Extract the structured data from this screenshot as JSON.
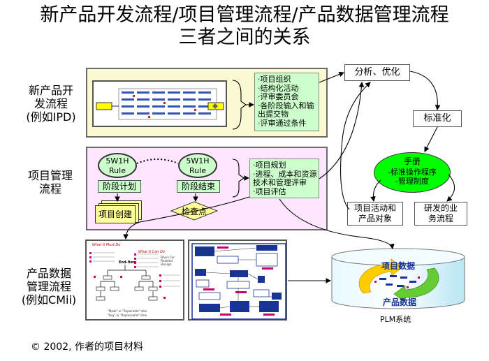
{
  "title": {
    "line1": "新产品开发流程/项目管理流程/产品数据管理流程",
    "line2": "三者之间的关系"
  },
  "rows": {
    "npd": {
      "line1": "新产品开",
      "line2": "发流程",
      "line3": "(例如IPD)"
    },
    "pm": {
      "line1": "项目管理",
      "line2": "流程"
    },
    "pdm": {
      "line1": "产品数据",
      "line2": "管理流程",
      "line3": "(例如CMii)"
    }
  },
  "npd_items": [
    "·项目组织",
    "·结构化活动",
    "·评审委员会",
    "·各阶段输入和输",
    "出提交物",
    "·评审通过条件"
  ],
  "pm_items": [
    "·项目规划",
    "·进程、成本和资源",
    "技术和管理评审",
    "·项目评估"
  ],
  "pm_nodes": {
    "fiveW1": "5W1H",
    "rule1": "Rule",
    "stage_plan": "阶段计划",
    "fiveW2": "5W1H",
    "rule2": "Rule",
    "stage_end": "阶段结束",
    "project_create": "项目创建",
    "checkpoint": "检查点"
  },
  "right": {
    "analyze": "分析、优化",
    "standardize": "标准化",
    "manual": "手册",
    "manual_items": [
      "-标准操作程序",
      "-管理制度"
    ],
    "activities": [
      "项目活动和",
      "产品对象"
    ],
    "business": [
      "研发的业",
      "务流程"
    ]
  },
  "plm": {
    "project_data": "项目数据",
    "product_data": "产品数据",
    "label": "PLM系统"
  },
  "cmii_doc": {
    "heading1": "What It Must Do",
    "heading2": "What It Can Do",
    "end_item": "End-Item",
    "basis": "Basis For Related Design",
    "footer1": "\"Made\" or \"Repairable\" item",
    "footer2": "\"Buy\" or \"Replaceable\" item"
  },
  "copyright": "© 2002, 作者的项目材料",
  "colors": {
    "npd_panel": "#fafad2",
    "pm_panel": "#ffe6ff",
    "green_box": "#ccffcc",
    "oval_green": "#ccffcc",
    "manual_green": "#00ff00",
    "plm_fill": "#ccf5ff",
    "arrow_yellow": "#ffcc00",
    "arrow_green": "#66cc33"
  }
}
